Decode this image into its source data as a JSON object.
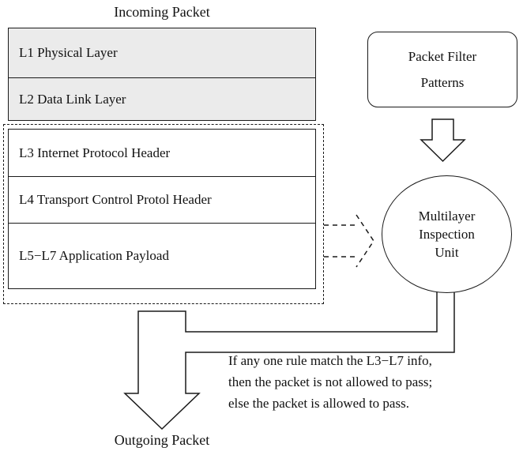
{
  "labels": {
    "incoming": "Incoming Packet",
    "outgoing": "Outgoing Packet"
  },
  "stack": {
    "layers": [
      {
        "label": "L1 Physical Layer"
      },
      {
        "label": "L2 Data Link Layer"
      },
      {
        "label": "L3 Internet Protocol Header"
      },
      {
        "label": "L4 Transport Control Protol Header"
      },
      {
        "label": "L5−L7 Application Payload"
      }
    ]
  },
  "filter_box": {
    "line1": "Packet Filter",
    "line2": "Patterns"
  },
  "inspection_unit": {
    "line1": "Multilayer",
    "line2": "Inspection",
    "line3": "Unit"
  },
  "note": {
    "line1": "If any one rule match the L3−L7 info,",
    "line2": "then the packet is not allowed to pass;",
    "line3": "else the packet is allowed to pass."
  },
  "colors": {
    "line": "#1a1a1a",
    "row_shaded": "#ebebeb",
    "row_plain": "#ffffff",
    "background": "#ffffff"
  }
}
